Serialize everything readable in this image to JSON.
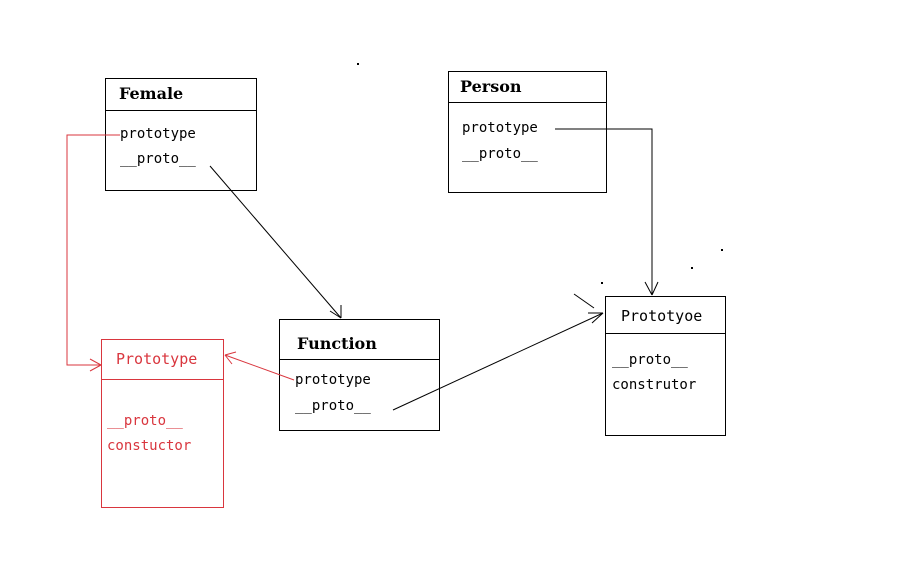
{
  "colors": {
    "ink": "#000000",
    "highlight": "#d9363e",
    "background": "#ffffff"
  },
  "boxes": {
    "female": {
      "title": "Female",
      "fields": [
        "prototype",
        "__proto__"
      ]
    },
    "person": {
      "title": "Person",
      "fields": [
        "prototype",
        "__proto__"
      ]
    },
    "function": {
      "title": "Function",
      "fields": [
        "prototype",
        "__proto__"
      ]
    },
    "prototype_red": {
      "title": "Prototype",
      "fields": [
        "__proto__",
        "constuctor"
      ]
    },
    "prototype_right": {
      "title": "Prototyoe",
      "fields": [
        "__proto__",
        "construtor"
      ]
    }
  },
  "links": [
    {
      "from": "female.__proto__",
      "to": "function",
      "color": "ink"
    },
    {
      "from": "female.prototype",
      "to": "prototype_red",
      "color": "highlight"
    },
    {
      "from": "function.prototype",
      "to": "prototype_red",
      "color": "highlight"
    },
    {
      "from": "function.__proto__",
      "to": "prototype_right",
      "color": "ink"
    },
    {
      "from": "person.prototype",
      "to": "prototype_right",
      "color": "ink"
    }
  ]
}
